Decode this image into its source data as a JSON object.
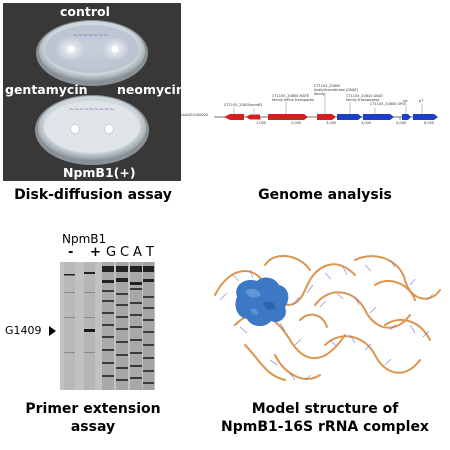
{
  "disk_assay": {
    "label_control": "control",
    "label_gentamycin": "gentamycin",
    "label_neomycin": "neomycin",
    "label_npmb1": "NpmB1(+)",
    "caption": "Disk-diffusion assay"
  },
  "genome": {
    "caption": "Genome analysis",
    "accession": "AAAQ01000000",
    "gene_labels": [
      "CT1105_20810",
      "npmB1",
      "CT1105_20800 MATE family efflux transporter",
      "CT1105_20800 Acetyltransferase (GNAT) family",
      "CT1105_20810 GNAT family transposase",
      "CT1105_20800 OPLF",
      "int",
      "pT"
    ],
    "ticks": [
      "1,000",
      "2,000",
      "3,000",
      "4,000",
      "5,000",
      "6,000"
    ]
  },
  "primer": {
    "title": "NpmB1",
    "lanes": [
      "-",
      "+",
      "G",
      "C",
      "A",
      "T"
    ],
    "marker": "G1409",
    "caption_line1": "Primer extension",
    "caption_line2": "assay"
  },
  "model": {
    "caption_line1": "Model structure of",
    "caption_line2": "NpmB1-16S rRNA complex"
  },
  "colors": {
    "forward_gene": "#d42020",
    "reverse_gene": "#1c3fc4",
    "protein": "#3d78c4",
    "rna": "#d98a3a"
  }
}
